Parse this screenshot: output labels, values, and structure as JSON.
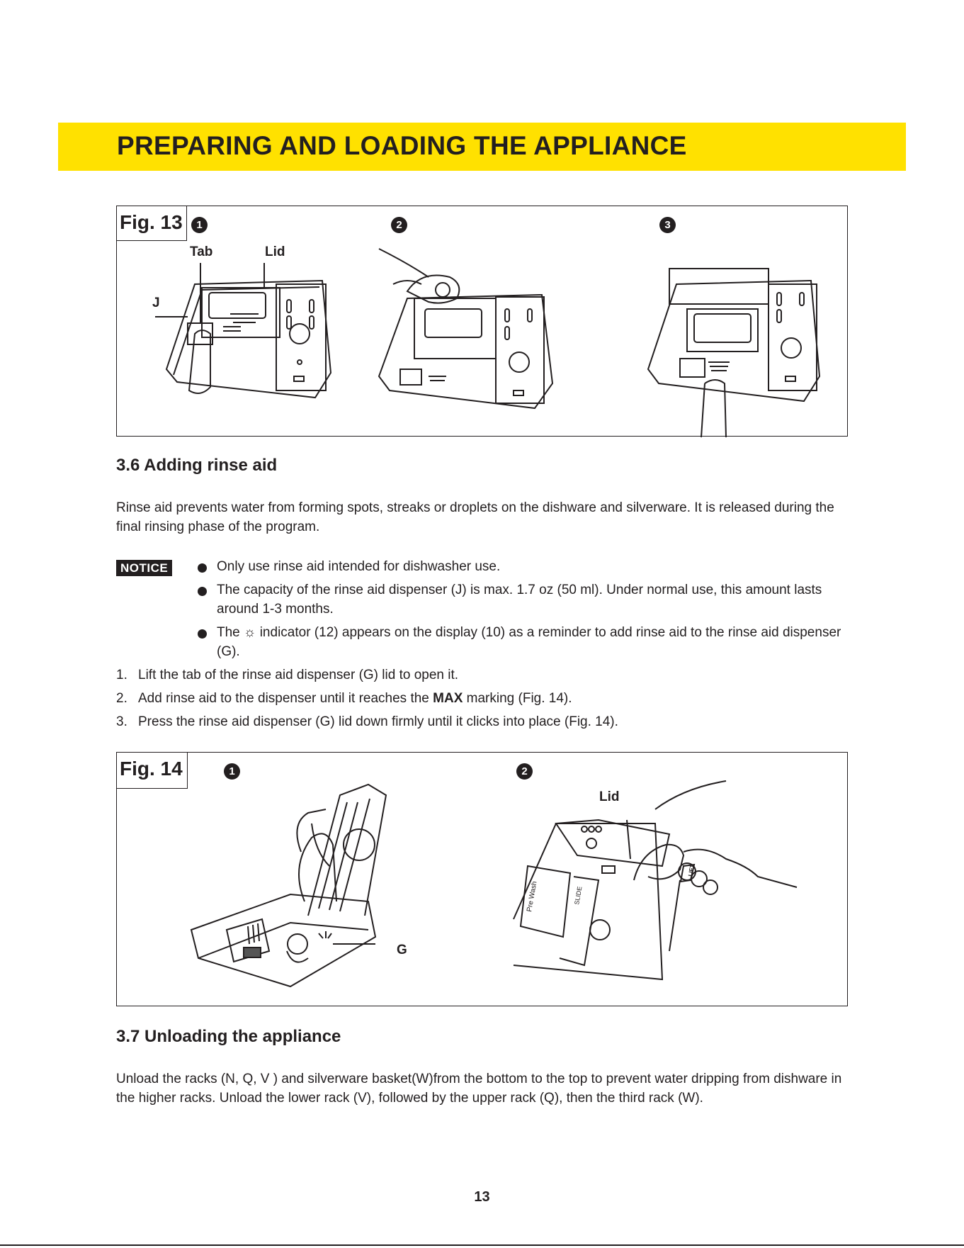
{
  "header": {
    "title": "PREPARING AND LOADING THE APPLIANCE",
    "bar_color": "#ffe100"
  },
  "fig13": {
    "label": "Fig. 13",
    "steps": [
      "1",
      "2",
      "3"
    ],
    "callouts": {
      "tab": "Tab",
      "lid": "Lid",
      "j": "J"
    }
  },
  "section_36": {
    "title": "3.6  Adding rinse aid",
    "intro": "Rinse aid prevents water from forming spots, streaks or droplets on the dishware and silverware. It is released during the final rinsing phase of the program.",
    "notice_label": "NOTICE",
    "notices": [
      "Only use rinse aid intended for dishwasher use.",
      "The capacity of the rinse aid dispenser (J) is max. 1.7 oz (50 ml). Under normal use, this amount lasts around 1-3 months.",
      "The ☼ indicator (12) appears on the display (10) as a reminder to add rinse aid to the rinse aid dispenser (G)."
    ],
    "steps": [
      {
        "num": "1.",
        "text": "Lift the tab of the rinse aid dispenser (G) lid to open it."
      },
      {
        "num": "2.",
        "pre": "Add rinse aid to the dispenser until it reaches the ",
        "bold": "MAX",
        "post": " marking (Fig. 14)."
      },
      {
        "num": "3.",
        "text": "Press the rinse aid dispenser (G) lid down firmly until it clicks into place (Fig. 14)."
      }
    ]
  },
  "fig14": {
    "label": "Fig. 14",
    "steps": [
      "1",
      "2"
    ],
    "callouts": {
      "lid": "Lid",
      "g": "G"
    },
    "panel_text": {
      "pre_wash": "Pre Wash",
      "slide": "SLIDE",
      "lift": "LIFT"
    }
  },
  "section_37": {
    "title": "3.7  Unloading the appliance",
    "body": "Unload the racks (N, Q, V ) and silverware basket(W)from the bottom to the top to prevent water dripping from dishware in the higher racks. Unload the lower rack (V), followed by the upper rack (Q), then the third rack (W)."
  },
  "page_number": "13"
}
